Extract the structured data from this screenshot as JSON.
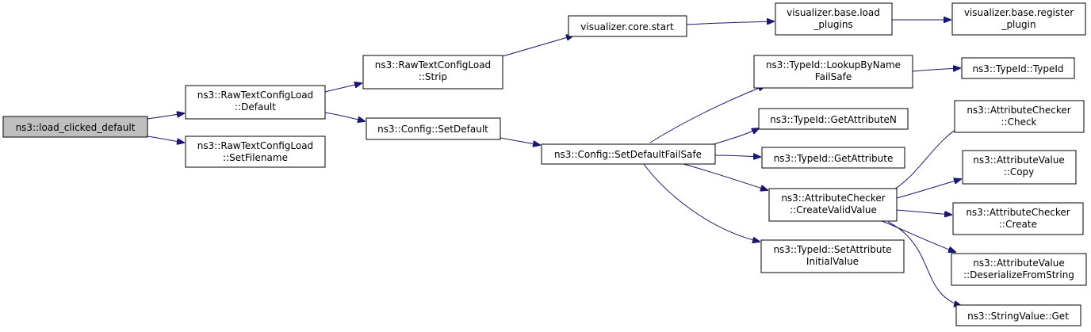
{
  "graph": {
    "root": "ns3::load_clicked_default",
    "nodes": [
      {
        "id": "load_clicked_default",
        "label": [
          "ns3::load_clicked_default"
        ],
        "root": true
      },
      {
        "id": "rtcl_default",
        "label": [
          "ns3::RawTextConfigLoad",
          "::Default"
        ]
      },
      {
        "id": "rtcl_setfilename",
        "label": [
          "ns3::RawTextConfigLoad",
          "::SetFilename"
        ]
      },
      {
        "id": "rtcl_strip",
        "label": [
          "ns3::RawTextConfigLoad",
          "::Strip"
        ]
      },
      {
        "id": "config_setdefault",
        "label": [
          "ns3::Config::SetDefault"
        ]
      },
      {
        "id": "vis_core_start",
        "label": [
          "visualizer.core.start"
        ]
      },
      {
        "id": "vis_base_load",
        "label": [
          "visualizer.base.load",
          "_plugins"
        ]
      },
      {
        "id": "vis_base_register",
        "label": [
          "visualizer.base.register",
          "_plugin"
        ]
      },
      {
        "id": "config_setdefaultfailsafe",
        "label": [
          "ns3::Config::SetDefaultFailSafe"
        ]
      },
      {
        "id": "typeid_lookup",
        "label": [
          "ns3::TypeId::LookupByName",
          "FailSafe"
        ]
      },
      {
        "id": "typeid_typeid",
        "label": [
          "ns3::TypeId::TypeId"
        ]
      },
      {
        "id": "typeid_getattributen",
        "label": [
          "ns3::TypeId::GetAttributeN"
        ]
      },
      {
        "id": "typeid_getattribute",
        "label": [
          "ns3::TypeId::GetAttribute"
        ]
      },
      {
        "id": "attrchecker_createvalid",
        "label": [
          "ns3::AttributeChecker",
          "::CreateValidValue"
        ]
      },
      {
        "id": "typeid_setattrinit",
        "label": [
          "ns3::TypeId::SetAttribute",
          "InitialValue"
        ]
      },
      {
        "id": "attrchecker_check",
        "label": [
          "ns3::AttributeChecker",
          "::Check"
        ]
      },
      {
        "id": "attrvalue_copy",
        "label": [
          "ns3::AttributeValue",
          "::Copy"
        ]
      },
      {
        "id": "attrchecker_create",
        "label": [
          "ns3::AttributeChecker",
          "::Create"
        ]
      },
      {
        "id": "attrvalue_deserialize",
        "label": [
          "ns3::AttributeValue",
          "::DeserializeFromString"
        ]
      },
      {
        "id": "stringvalue_get",
        "label": [
          "ns3::StringValue::Get"
        ]
      }
    ],
    "edges": [
      {
        "from": "load_clicked_default",
        "to": "rtcl_default"
      },
      {
        "from": "load_clicked_default",
        "to": "rtcl_setfilename"
      },
      {
        "from": "rtcl_default",
        "to": "rtcl_strip"
      },
      {
        "from": "rtcl_default",
        "to": "config_setdefault"
      },
      {
        "from": "rtcl_strip",
        "to": "vis_core_start"
      },
      {
        "from": "vis_core_start",
        "to": "vis_base_load"
      },
      {
        "from": "vis_base_load",
        "to": "vis_base_register"
      },
      {
        "from": "config_setdefault",
        "to": "config_setdefaultfailsafe"
      },
      {
        "from": "config_setdefaultfailsafe",
        "to": "typeid_lookup"
      },
      {
        "from": "config_setdefaultfailsafe",
        "to": "typeid_getattributen"
      },
      {
        "from": "config_setdefaultfailsafe",
        "to": "typeid_getattribute"
      },
      {
        "from": "config_setdefaultfailsafe",
        "to": "attrchecker_createvalid"
      },
      {
        "from": "config_setdefaultfailsafe",
        "to": "typeid_setattrinit"
      },
      {
        "from": "typeid_lookup",
        "to": "typeid_typeid"
      },
      {
        "from": "attrchecker_createvalid",
        "to": "attrchecker_check"
      },
      {
        "from": "attrchecker_createvalid",
        "to": "attrvalue_copy"
      },
      {
        "from": "attrchecker_createvalid",
        "to": "attrchecker_create"
      },
      {
        "from": "attrchecker_createvalid",
        "to": "attrvalue_deserialize"
      },
      {
        "from": "attrchecker_createvalid",
        "to": "stringvalue_get"
      }
    ],
    "colors": {
      "edge": "#191970",
      "root_fill": "#bfbfbf",
      "node_fill": "#ffffff",
      "node_border": "#000000"
    }
  }
}
